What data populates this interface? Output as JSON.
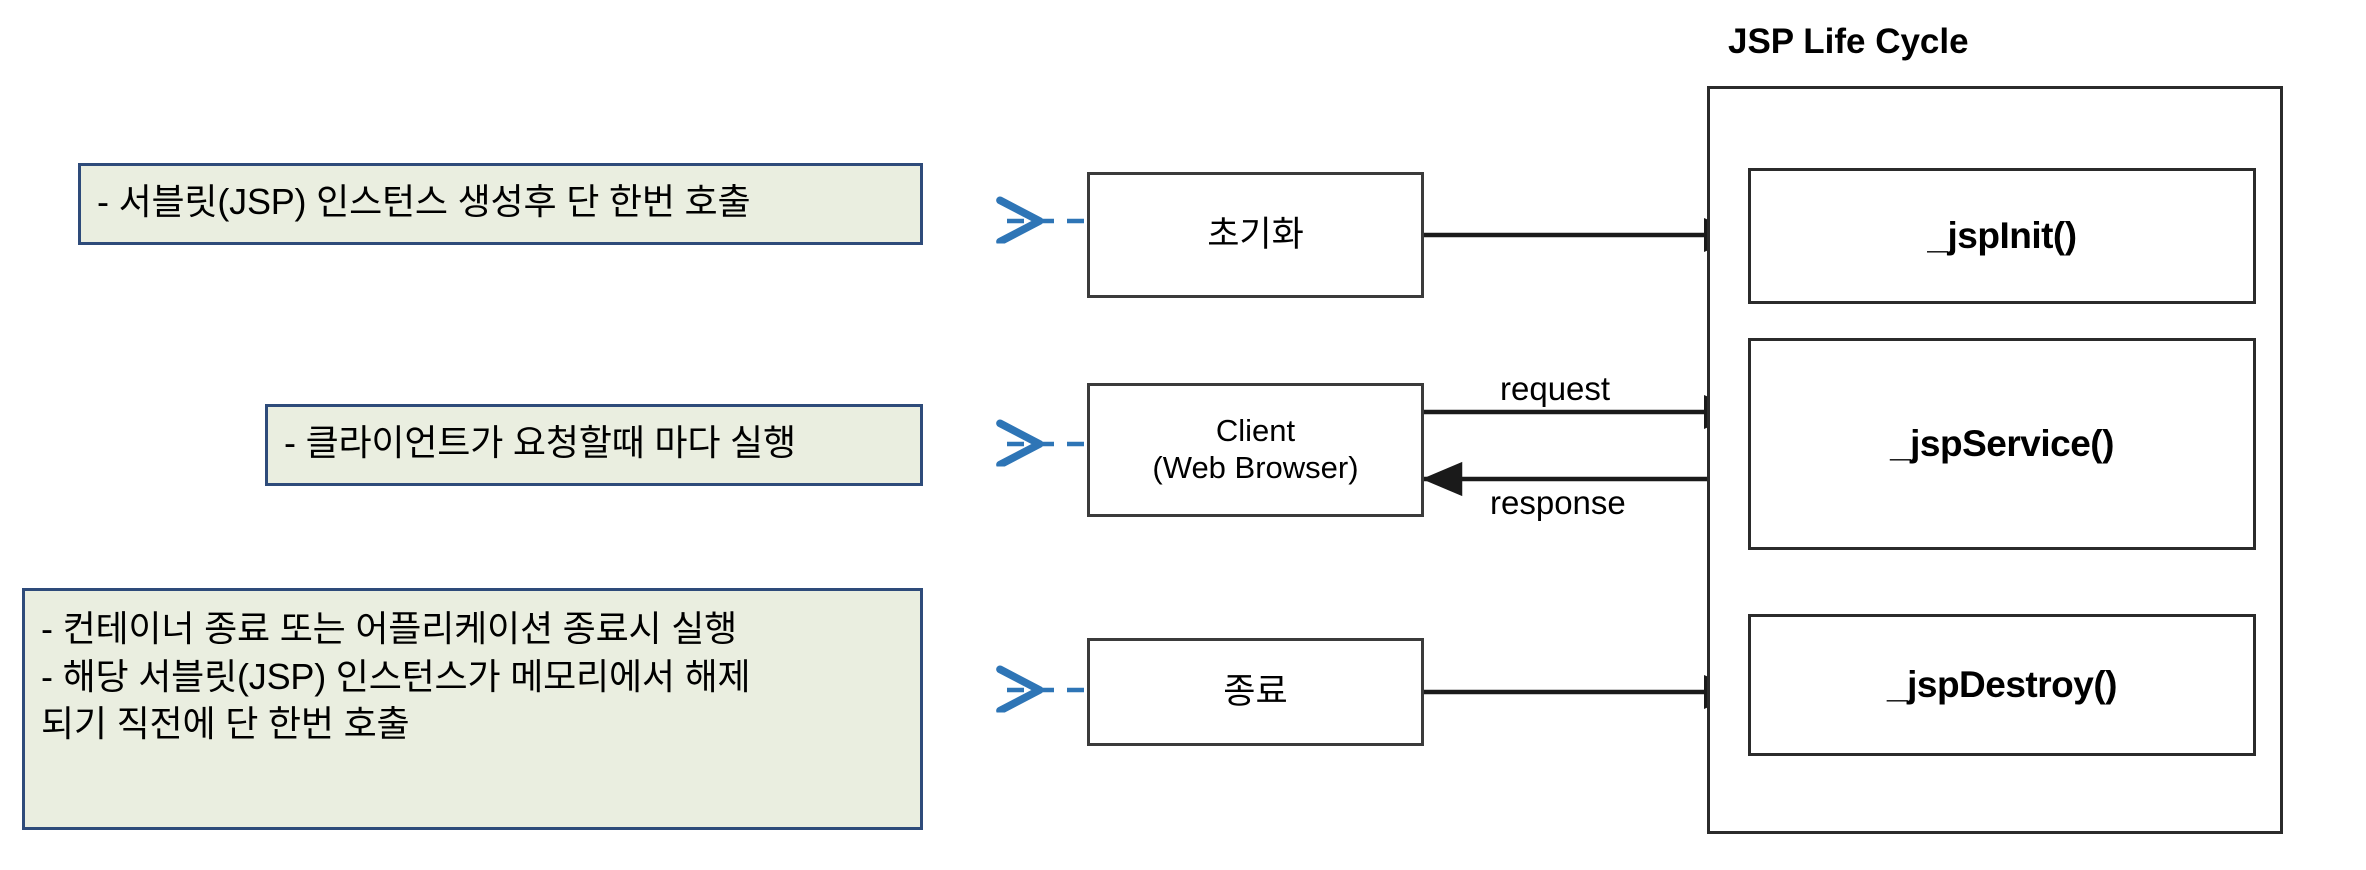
{
  "diagram": {
    "title": "JSP Life Cycle",
    "notes": [
      {
        "id": "note-init",
        "lines": [
          "- 서블릿(JSP) 인스턴스 생성후 단 한번 호출"
        ]
      },
      {
        "id": "note-service",
        "lines": [
          "- 클라이언트가 요청할때 마다 실행"
        ]
      },
      {
        "id": "note-destroy",
        "lines": [
          "- 컨테이너 종료 또는 어플리케이션 종료시 실행",
          "- 해당 서블릿(JSP) 인스턴스가 메모리에서 해제",
          " 되기 직전에 단 한번 호출"
        ]
      }
    ],
    "process_boxes": [
      {
        "id": "proc-init",
        "label": "초기화"
      },
      {
        "id": "proc-client",
        "label_line1": "Client",
        "label_line2": "(Web Browser)"
      },
      {
        "id": "proc-destroy",
        "label": "종료"
      }
    ],
    "methods": [
      {
        "id": "method-jspinit",
        "label": "_jspInit()"
      },
      {
        "id": "method-jspservice",
        "label": "_jspService()"
      },
      {
        "id": "method-jspdestroy",
        "label": "_jspDestroy()"
      }
    ],
    "edge_labels": {
      "request": "request",
      "response": "response"
    },
    "colors": {
      "note_fill": "#eaeee0",
      "note_border": "#2e4b7a",
      "box_border": "#3b3b3b",
      "container_border": "#2b2b2b",
      "dashed_arrow": "#2e75b6",
      "solid_arrow": "#1a1a1a",
      "background": "#ffffff"
    }
  }
}
